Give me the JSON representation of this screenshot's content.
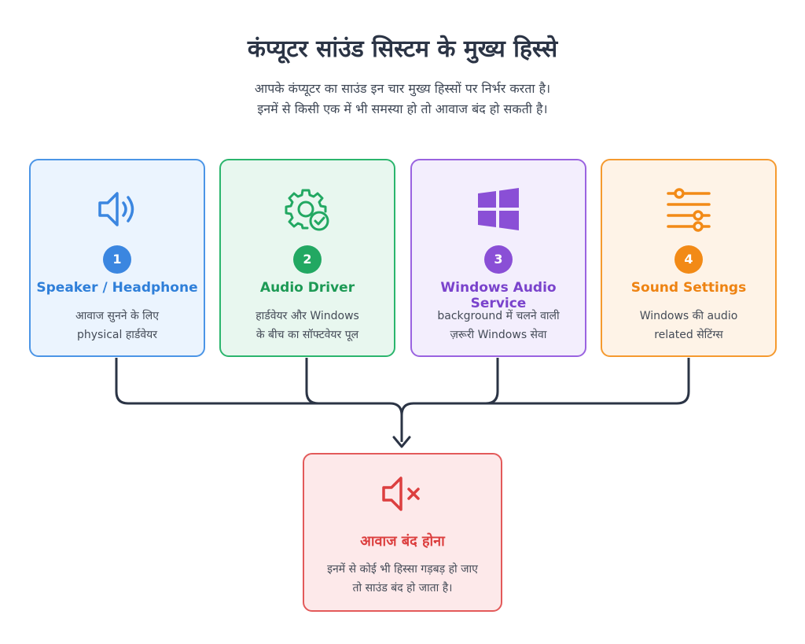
{
  "header": {
    "title": "कंप्यूटर सांउंड सिस्टम के मुख्य हिस्से",
    "subtitle_line1": "आपके कंप्यूटर का साउंड इन चार मुख्य हिस्सों पर निर्भर करता है।",
    "subtitle_line2": "इनमें से किसी एक में भी समस्या हो तो आवाज बंद हो सकती है।"
  },
  "components": [
    {
      "number": "1",
      "title": "Speaker / Headphone",
      "desc_line1": "आवाज सुनने के लिए",
      "desc_line2": "physical हार्डवेयर",
      "icon": "speaker-icon",
      "color": "#3b86e0"
    },
    {
      "number": "2",
      "title": "Audio Driver",
      "desc_line1": "हार्डवेयर और Windows",
      "desc_line2": "के बीच का सॉफ्टवेयर पूल",
      "icon": "gear-check-icon",
      "color": "#22a862"
    },
    {
      "number": "3",
      "title": "Windows Audio Service",
      "desc_line1": "background में चलने वाली",
      "desc_line2": "ज़रूरी Windows सेवा",
      "icon": "windows-logo-icon",
      "color": "#8a4fd6"
    },
    {
      "number": "4",
      "title": "Sound Settings",
      "desc_line1": "Windows की audio",
      "desc_line2": "related सेटिंग्स",
      "icon": "sliders-icon",
      "color": "#f28a16"
    }
  ],
  "result": {
    "title": "आवाज बंद होना",
    "desc_line1": "इनमें से कोई भी हिस्सा गड़बड़ हो जाए",
    "desc_line2": "तो साउंड बंद हो जाता है।",
    "icon": "speaker-muted-icon",
    "color": "#dc3f3f"
  }
}
